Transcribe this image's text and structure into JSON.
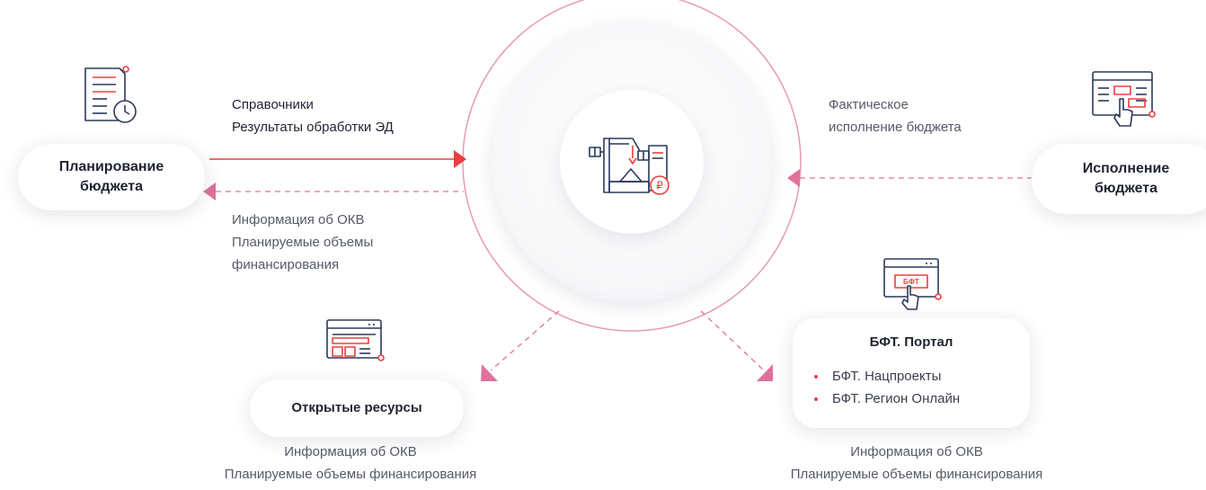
{
  "colors": {
    "accent_red": "#e8403e",
    "accent_pink": "#e0719d",
    "ring_pink": "#e79bb1",
    "icon_navy": "#2b3a5c",
    "text_dark": "#1f2430",
    "text_gray": "#555a66"
  },
  "nodes": {
    "planning": {
      "title_line1": "Планирование",
      "title_line2": "бюджета",
      "icon": "document-clock-icon"
    },
    "execution": {
      "title_line1": "Исполнение",
      "title_line2": "бюджета",
      "icon": "browser-click-icon"
    },
    "open_resources": {
      "title": "Открытые ресурсы",
      "icon": "browser-layout-icon"
    },
    "portal": {
      "title": "БФТ. Портал",
      "icon": "browser-bft-icon",
      "icon_text": "БФТ",
      "items": [
        "БФТ. Нацпроекты",
        "БФТ. Регион Онлайн"
      ]
    },
    "center": {
      "icon": "factory-ruble-icon",
      "icon_text": "₽"
    }
  },
  "flows": {
    "to_center_from_planning": {
      "line1": "Справочники",
      "line2": "Результаты обработки ЭД"
    },
    "from_center_to_planning": {
      "line1": "Информация об ОКВ",
      "line2": "Планируемые объемы",
      "line3": "финансирования"
    },
    "from_execution": {
      "line1": "Фактическое",
      "line2": "исполнение бюджета"
    },
    "to_open_resources": {
      "line1": "Информация об ОКВ",
      "line2": "Планируемые объемы финансирования"
    },
    "to_portal": {
      "line1": "Информация об ОКВ",
      "line2": "Планируемые объемы финансирования"
    }
  }
}
